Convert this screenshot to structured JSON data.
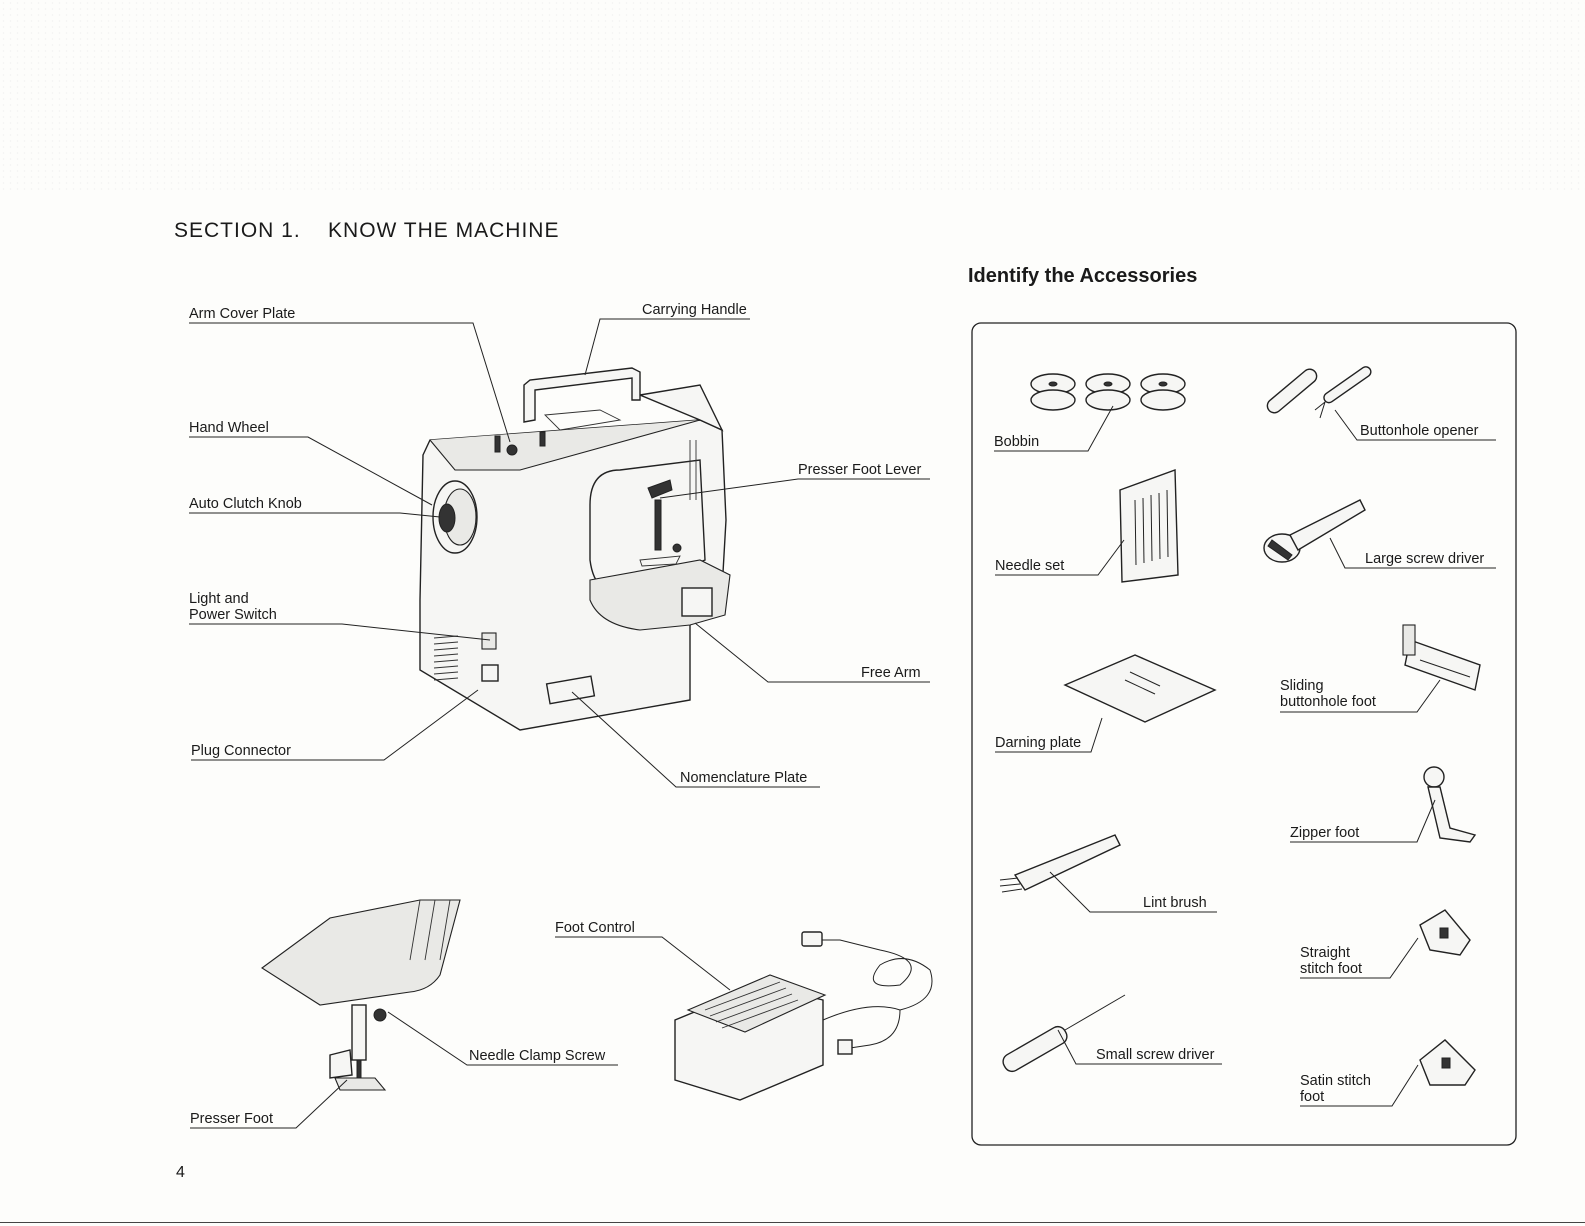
{
  "page": {
    "section_title": "SECTION 1.    KNOW THE MACHINE",
    "accessories_title": "Identify the Accessories",
    "page_number": "4"
  },
  "machine_labels": {
    "arm_cover_plate": "Arm Cover Plate",
    "carrying_handle": "Carrying Handle",
    "hand_wheel": "Hand Wheel",
    "presser_foot_lever": "Presser Foot Lever",
    "auto_clutch_knob": "Auto Clutch Knob",
    "light_power_switch_1": "Light and",
    "light_power_switch_2": "Power Switch",
    "free_arm": "Free Arm",
    "plug_connector": "Plug Connector",
    "nomenclature_plate": "Nomenclature Plate",
    "foot_control": "Foot Control",
    "needle_clamp_screw": "Needle Clamp Screw",
    "presser_foot": "Presser Foot"
  },
  "accessories": {
    "bobbin": "Bobbin",
    "buttonhole_opener": "Buttonhole opener",
    "needle_set": "Needle set",
    "large_screw_driver": "Large screw driver",
    "sliding_buttonhole_foot_1": "Sliding",
    "sliding_buttonhole_foot_2": "buttonhole foot",
    "darning_plate": "Darning plate",
    "zipper_foot": "Zipper foot",
    "lint_brush": "Lint brush",
    "straight_stitch_foot_1": "Straight",
    "straight_stitch_foot_2": "stitch foot",
    "small_screw_driver": "Small screw driver",
    "satin_stitch_foot_1": "Satin stitch",
    "satin_stitch_foot_2": "foot"
  }
}
